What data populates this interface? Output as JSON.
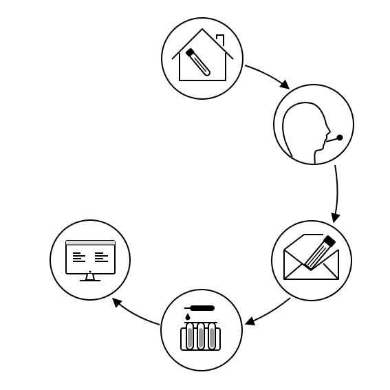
{
  "diagram": {
    "type": "cycle",
    "stroke_color": "#000000",
    "fill_color": "#ffffff",
    "steps": [
      {
        "icon": "home-test-kit-icon"
      },
      {
        "icon": "mouth-swab-icon"
      },
      {
        "icon": "mail-envelope-icon"
      },
      {
        "icon": "lab-test-tubes-icon"
      },
      {
        "icon": "computer-results-icon"
      }
    ],
    "arrows": [
      {
        "from": 1,
        "to": 2
      },
      {
        "from": 2,
        "to": 3
      },
      {
        "from": 3,
        "to": 4
      },
      {
        "from": 4,
        "to": 5
      }
    ]
  }
}
